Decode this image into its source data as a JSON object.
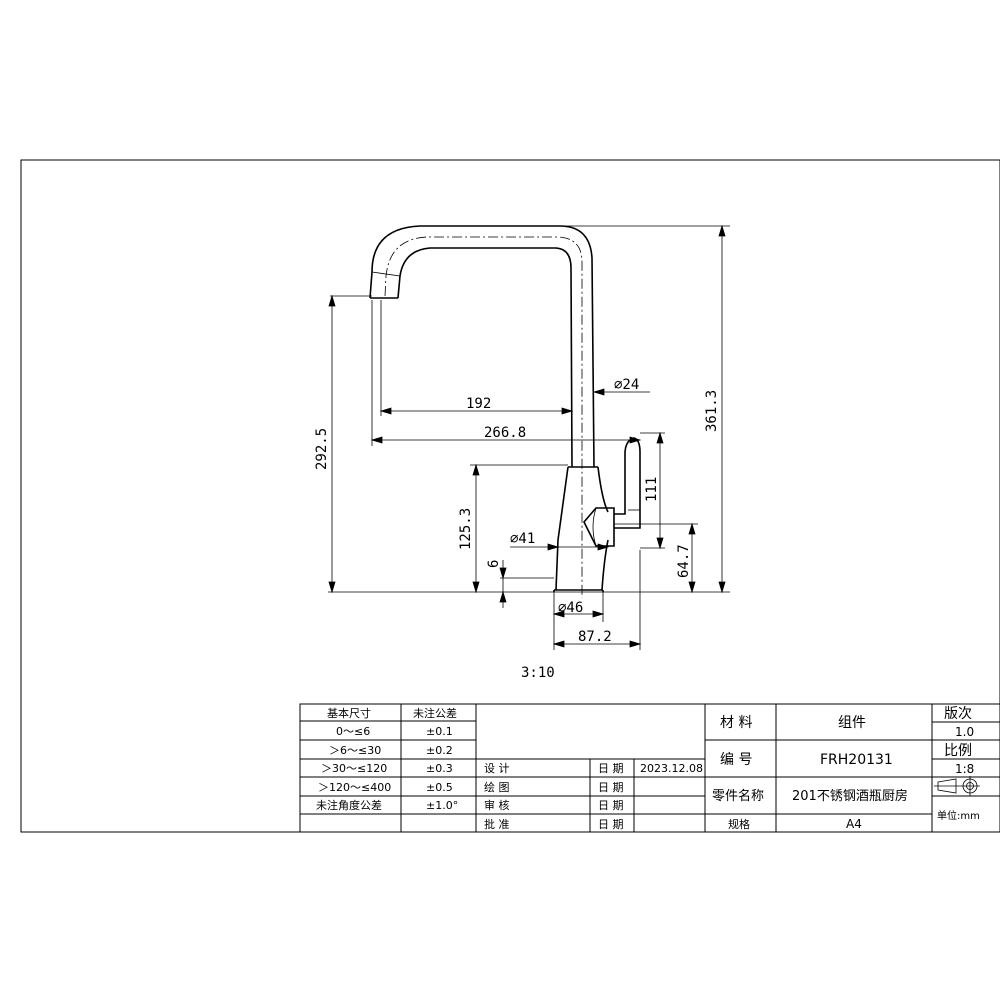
{
  "drawing": {
    "dimensions": {
      "dia_24": "⌀24",
      "d_192": "192",
      "d_266_8": "266.8",
      "d_361_3": "361.3",
      "d_292_5": "292.5",
      "d_125_3": "125.3",
      "d_111": "111",
      "dia_41": "⌀41",
      "d_64_7": "64.7",
      "d_6": "6",
      "dia_46": "⌀46",
      "d_87_2": "87.2"
    },
    "scale_note": "3:10"
  },
  "tolerance_table": {
    "headers": [
      "基本尺寸",
      "未注公差"
    ],
    "rows": [
      [
        "0～≤6",
        "±0.1"
      ],
      [
        "＞6～≤30",
        "±0.2"
      ],
      [
        "＞30～≤120",
        "±0.3"
      ],
      [
        "＞120～≤400",
        "±0.5"
      ],
      [
        "未注角度公差",
        "±1.0°"
      ]
    ]
  },
  "signoff": [
    {
      "role": "设 计",
      "date_label": "日 期",
      "date": "2023.12.08"
    },
    {
      "role": "绘 图",
      "date_label": "日 期",
      "date": ""
    },
    {
      "role": "审 核",
      "date_label": "日 期",
      "date": ""
    },
    {
      "role": "批 准",
      "date_label": "日 期",
      "date": ""
    }
  ],
  "title_block": {
    "material_label": "材 料",
    "material_value": "组件",
    "number_label": "编 号",
    "number_value": "FRH20131",
    "part_name_label": "零件名称",
    "part_name_value": "201不锈钢酒瓶厨房",
    "spec_label": "规格",
    "spec_value": "A4",
    "version_label": "版次",
    "version_value": "1.0",
    "ratio_label": "比例",
    "ratio_value": "1:8",
    "unit": "单位:mm",
    "projection_icon": "first-angle-projection-icon"
  }
}
